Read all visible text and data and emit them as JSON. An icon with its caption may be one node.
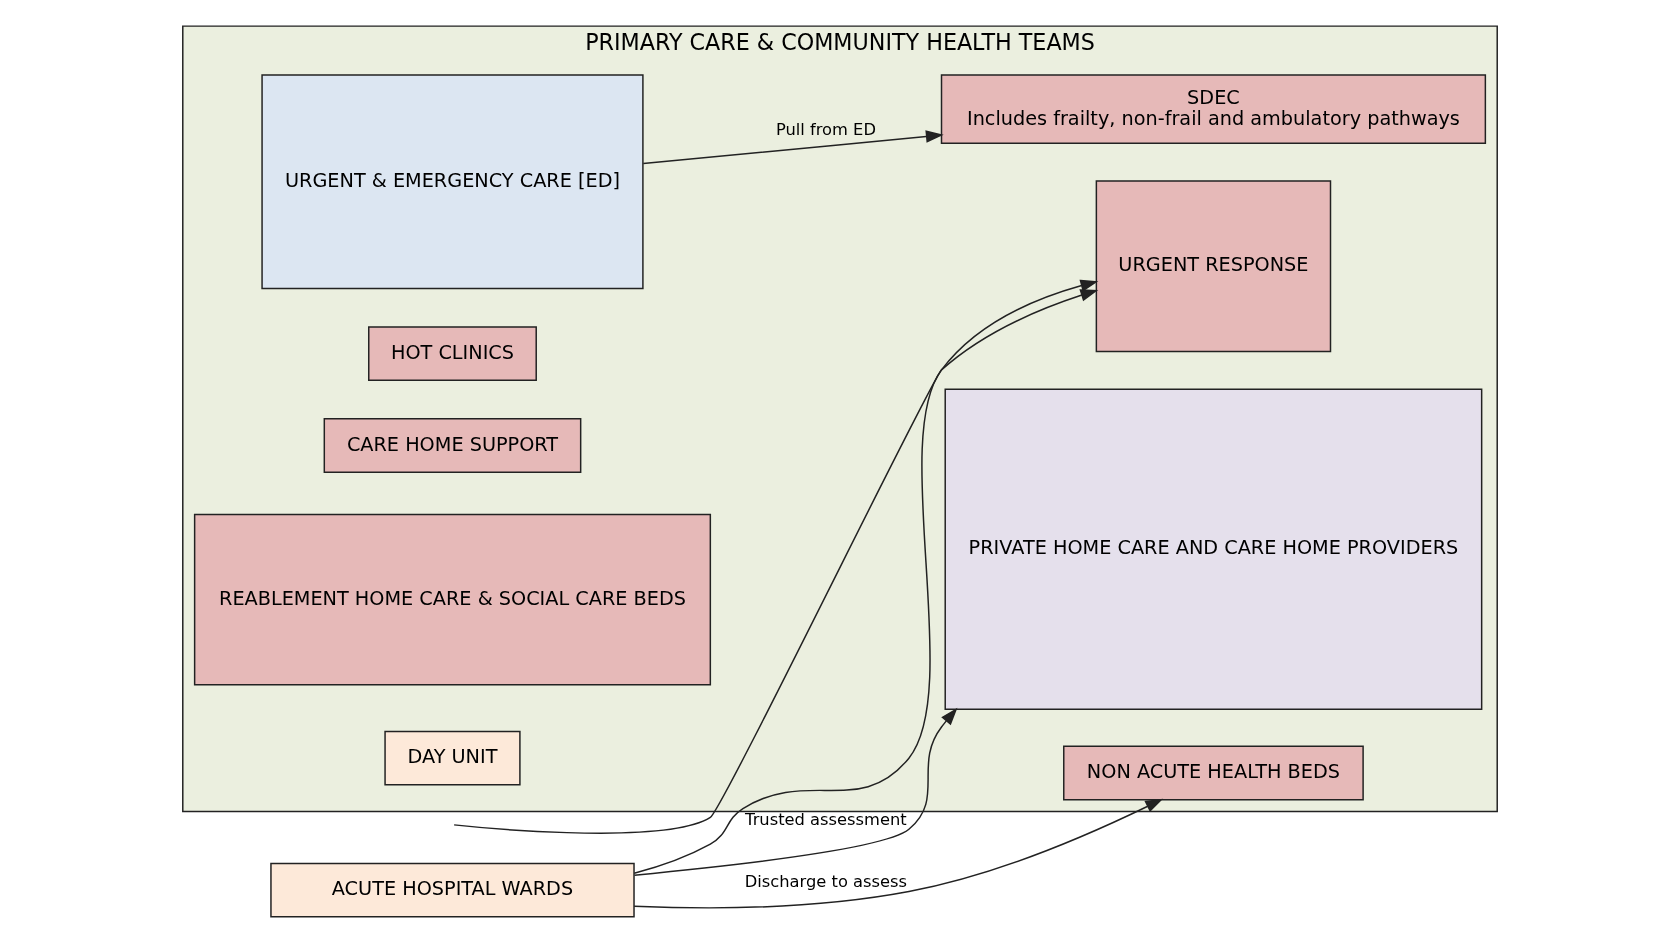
{
  "diagram": {
    "nodes": [
      {
        "text": [
          "PRIMARY CARE & COMMUNITY HEALTH TEAMS"
        ]
      },
      {
        "text": [
          "URGENT & EMERGENCY CARE [ED]"
        ],
        "in": 0
      },
      {
        "text": [
          "HOT CLINICS"
        ],
        "in": 0
      },
      {
        "text": [
          "SDEC",
          "Includes frailty, non-frail and ambulatory pathways"
        ],
        "in": 0
      },
      {
        "text": [
          "CARE HOME SUPPORT"
        ],
        "in": 0
      },
      {
        "text": [
          "REABLEMENT HOME CARE & SOCIAL CARE BEDS"
        ],
        "in": 0
      },
      {
        "text": [
          "PRIVATE HOME CARE AND CARE HOME PROVIDERS"
        ],
        "in": 0
      },
      {
        "text": [
          "URGENT RESPONSE"
        ],
        "in": 0
      },
      {
        "text": [
          "NON ACUTE HEALTH BEDS"
        ],
        "in": 0
      },
      {
        "text": [
          "DAY UNIT"
        ],
        "in": 0
      },
      {
        "text": [
          "ACUTE HOSPITAL WARDS"
        ]
      }
    ],
    "edges": [
      {
        "from": 1,
        "to": 3,
        "arrow": "to",
        "label": "Pull from ED"
      },
      {
        "from": 10,
        "to": 7,
        "arrow": "to"
      },
      {
        "from": 10,
        "to": 8,
        "arrow": "to",
        "label": "Discharge to assess"
      },
      {
        "from": null,
        "to": 7,
        "arrow": "to"
      },
      {
        "from": 10,
        "to": 6,
        "arrow": "to",
        "label": "Trusted assessment"
      }
    ]
  }
}
